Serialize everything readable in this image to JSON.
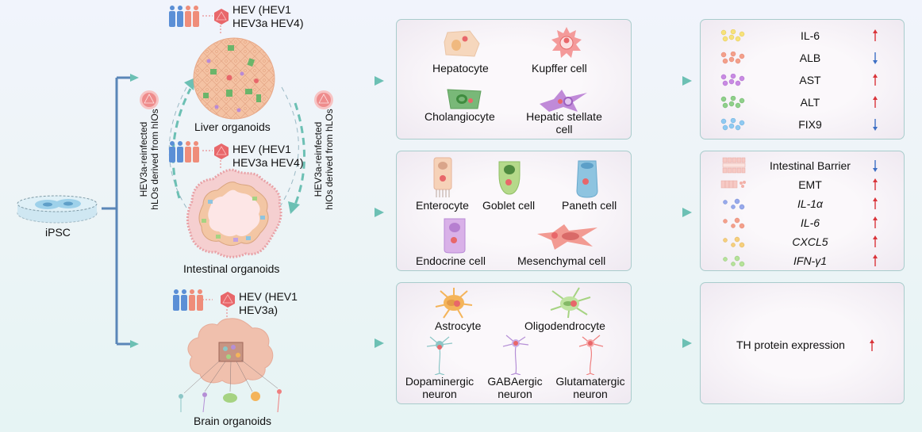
{
  "source": {
    "label": "iPSC"
  },
  "organoids": {
    "liver": {
      "label": "Liver organoids",
      "virus_label_line1": "HEV  (HEV1",
      "virus_label_line2": "HEV3a  HEV4)"
    },
    "intestinal": {
      "label": "Intestinal organoids",
      "virus_label_line1": "HEV  (HEV1",
      "virus_label_line2": "HEV3a  HEV4)"
    },
    "brain": {
      "label": "Brain organoids",
      "virus_label_line1": "HEV  (HEV1",
      "virus_label_line2": "HEV3a)"
    }
  },
  "reinfection": {
    "left": {
      "line1": "HEV3a-reinfected",
      "line2": "hLOs derived from hIOs"
    },
    "right": {
      "line1": "HEV3a-reinfected",
      "line2": "hIOs derived from hLOs"
    }
  },
  "cell_panels": {
    "liver": [
      {
        "name": "Hepatocyte",
        "color": "#f6d7bd"
      },
      {
        "name": "Kupffer cell",
        "color": "#f49a9a"
      },
      {
        "name": "Cholangiocyte",
        "color": "#79b878"
      },
      {
        "name": "Hepatic stellate cell",
        "color": "#c08ad8"
      }
    ],
    "intestinal": [
      {
        "name": "Enterocyte",
        "color": "#f6d2b8"
      },
      {
        "name": "Goblet cell",
        "color": "#b5d98a"
      },
      {
        "name": "Paneth cell",
        "color": "#8ec4e0"
      },
      {
        "name": "Endocrine cell",
        "color": "#d9b1e8"
      },
      {
        "name": "Mesenchymal cell",
        "color": "#f29a92"
      }
    ],
    "brain": [
      {
        "name": "Astrocyte",
        "color": "#f4b45a"
      },
      {
        "name": "Oligodendrocyte",
        "color": "#a6d382"
      },
      {
        "name": "Dopaminergic neuron",
        "color": "#8cc6c6"
      },
      {
        "name": "GABAergic neuron",
        "color": "#b58fd6"
      },
      {
        "name": "Glutamatergic neuron",
        "color": "#ef7f7f"
      }
    ]
  },
  "marker_panels": {
    "liver": [
      {
        "name": "IL-6",
        "direction": "up",
        "dot_color": "#f7e27a"
      },
      {
        "name": "ALB",
        "direction": "down",
        "dot_color": "#f4a08a"
      },
      {
        "name": "AST",
        "direction": "up",
        "dot_color": "#c98ae4"
      },
      {
        "name": "ALT",
        "direction": "up",
        "dot_color": "#8fd08a"
      },
      {
        "name": "FIX9",
        "direction": "down",
        "dot_color": "#8fcaf2"
      }
    ],
    "intestinal": [
      {
        "name": "Intestinal Barrier",
        "direction": "down",
        "icon": "barrier-icon",
        "italic": false
      },
      {
        "name": "EMT",
        "direction": "up",
        "icon": "emt-icon",
        "italic": false
      },
      {
        "name": "IL-1α",
        "direction": "up",
        "dot_color": "#97a9ec",
        "italic": true
      },
      {
        "name": "IL-6",
        "direction": "up",
        "dot_color": "#f4a08a",
        "italic": true
      },
      {
        "name": "CXCL5",
        "direction": "up",
        "dot_color": "#f6cf7c",
        "italic": true
      },
      {
        "name": "IFN-γ1",
        "direction": "up",
        "dot_color": "#b6e29a",
        "italic": true
      }
    ],
    "brain": [
      {
        "name": "TH protein expression",
        "direction": "up"
      }
    ]
  },
  "colors": {
    "up_arrow": "#d9343a",
    "down_arrow": "#3d6fc4",
    "flow_arrow": "#6cc0b4",
    "bracket": "#5a86b8",
    "panel_border": "#a9cccc",
    "virus": "#e8676a"
  }
}
